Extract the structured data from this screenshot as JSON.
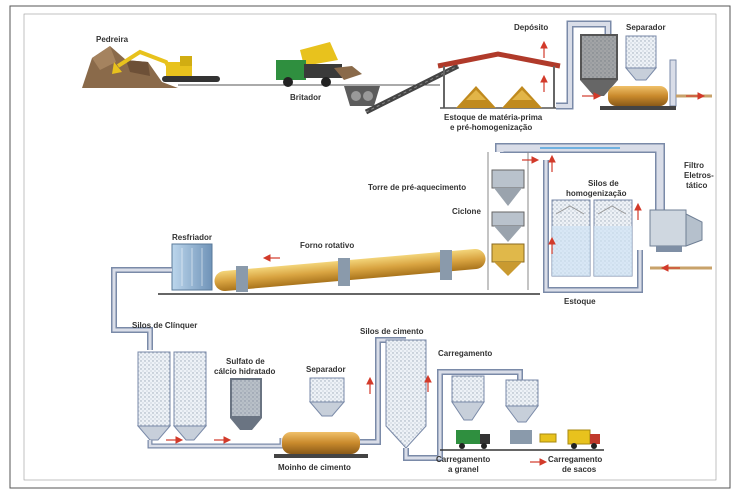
{
  "labels": {
    "pedreira": "Pedreira",
    "britador": "Britador",
    "deposito": "Depósito",
    "separador_top": "Separador",
    "estoque_mp_1": "Estoque de matéria-prima",
    "estoque_mp_2": "e pré-homogenização",
    "torre": "Torre de pré-aquecimento",
    "ciclone": "Ciclone",
    "filtro_1": "Filtro",
    "filtro_2": "Eletros-",
    "filtro_3": "tático",
    "silos_homog_1": "Silos de",
    "silos_homog_2": "homogenização",
    "resfriador": "Resfriador",
    "forno": "Forno rotativo",
    "estoque": "Estoque",
    "silos_clinquer": "Silos de Clínquer",
    "sulfato_1": "Sulfato de",
    "sulfato_2": "cálcio hidratado",
    "separador_bottom": "Separador",
    "silos_cimento": "Silos de cimento",
    "carregamento": "Carregamento",
    "moinho": "Moinho de cimento",
    "carreg_granel_1": "Carregamento",
    "carreg_granel_2": "a granel",
    "carreg_sacos_1": "Carregamento",
    "carreg_sacos_2": "de sacos"
  },
  "colors": {
    "pipe": "#d9dde8",
    "pipe_edge": "#7a8aa8",
    "water": "#6fb1e0",
    "arrow": "#d23a2a",
    "kiln": "#d9a441",
    "silo": "#e6ecf3",
    "steel": "#9aa3ad",
    "rock": "#8a6a4a",
    "yellow": "#e8c21d",
    "truck_green": "#2f8f3f"
  }
}
